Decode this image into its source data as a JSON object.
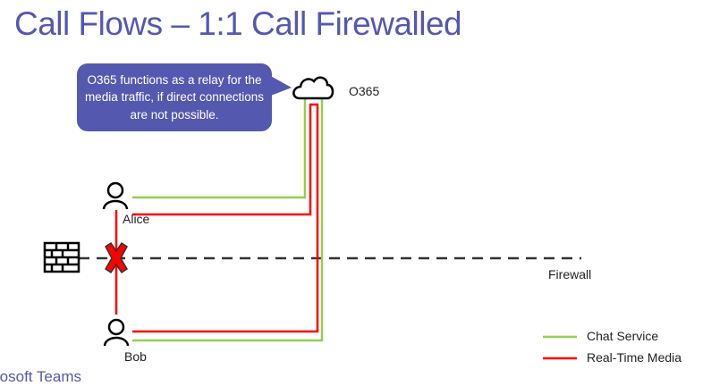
{
  "title": "Call Flows – 1:1 Call Firewalled",
  "callout": "O365 functions as a relay for the media traffic, if direct connections are not possible.",
  "nodes": {
    "cloud": "O365",
    "alice": "Alice",
    "bob": "Bob",
    "firewall": "Firewall"
  },
  "legend": [
    {
      "label": "Chat Service",
      "color": "#92d050"
    },
    {
      "label": "Real-Time Media",
      "color": "#ff0000"
    }
  ],
  "footer": "rosoft Teams"
}
